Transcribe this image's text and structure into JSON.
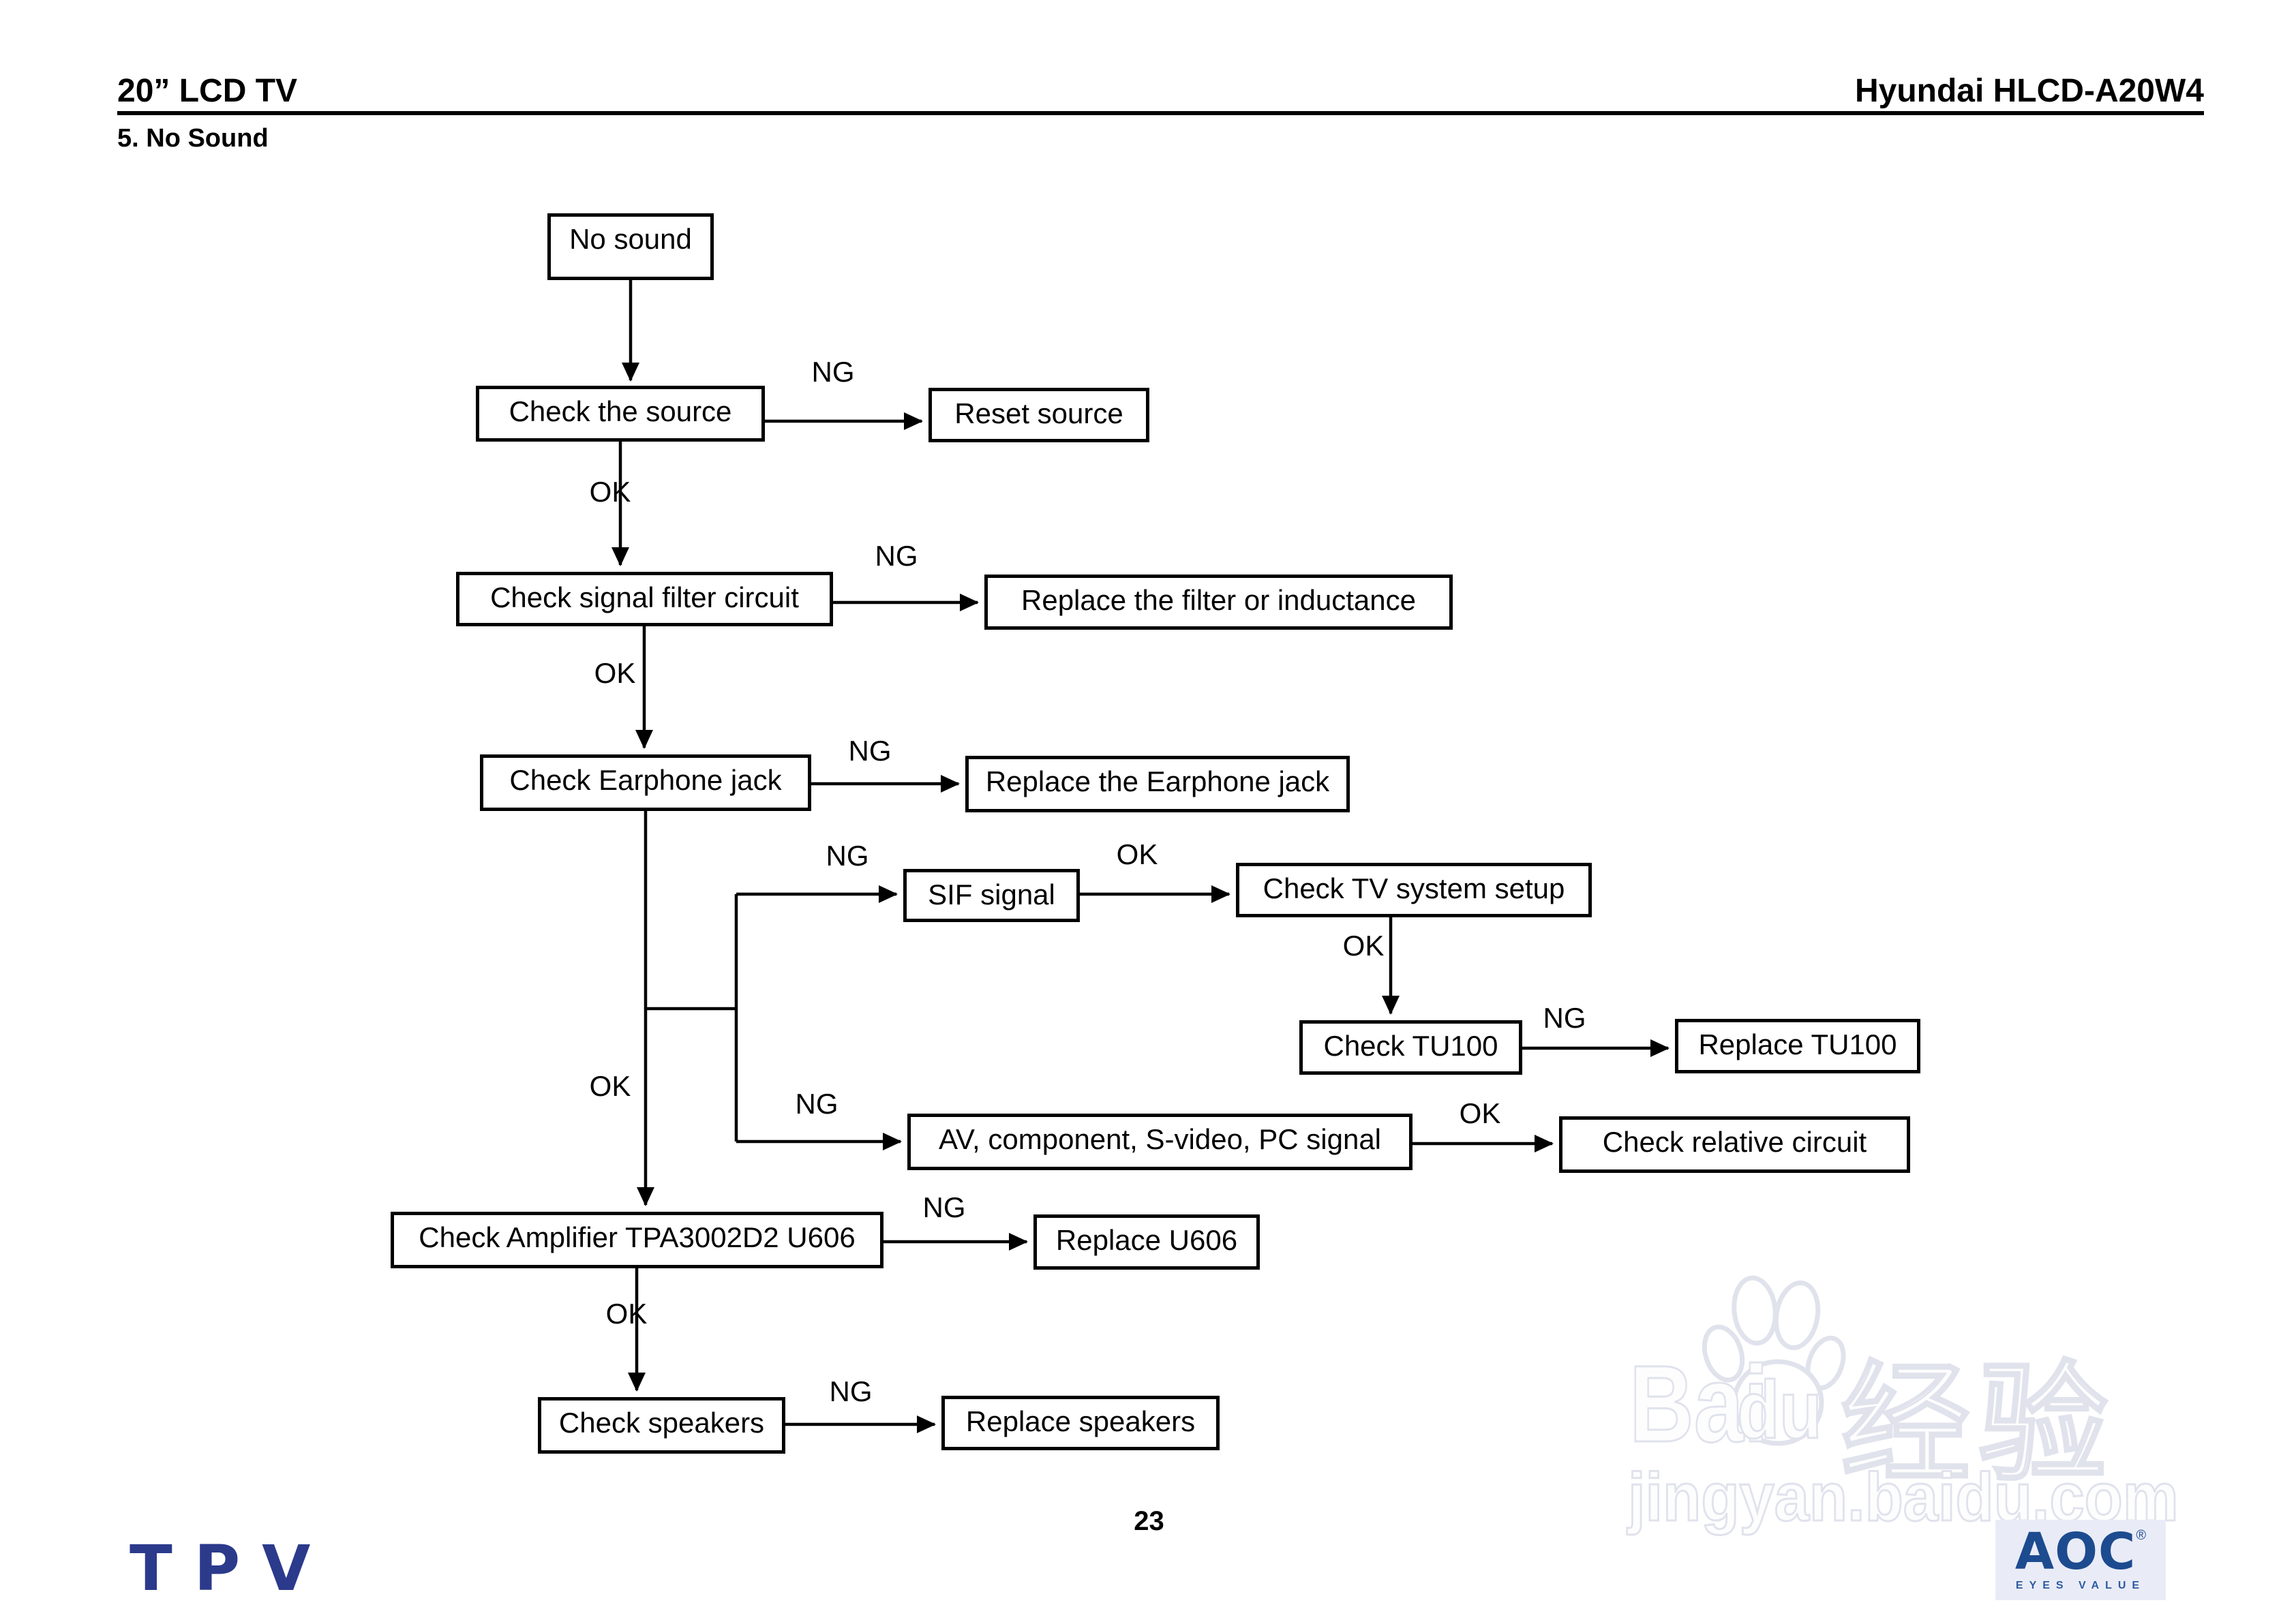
{
  "header": {
    "title_left": "20” LCD TV",
    "title_right": "Hyundai HLCD-A20W4",
    "section": "5. No Sound"
  },
  "flowchart": {
    "nodes": [
      {
        "id": "no-sound",
        "label": "No sound"
      },
      {
        "id": "check-source",
        "label": "Check the source"
      },
      {
        "id": "reset-source",
        "label": "Reset source"
      },
      {
        "id": "check-filter",
        "label": "Check signal filter circuit"
      },
      {
        "id": "replace-filter",
        "label": "Replace the filter or inductance"
      },
      {
        "id": "check-earphone",
        "label": "Check Earphone jack"
      },
      {
        "id": "replace-earphone",
        "label": "Replace the Earphone jack"
      },
      {
        "id": "sif-signal",
        "label": "SIF signal"
      },
      {
        "id": "check-tv-setup",
        "label": "Check TV system setup"
      },
      {
        "id": "check-tu100",
        "label": "Check TU100"
      },
      {
        "id": "replace-tu100",
        "label": "Replace TU100"
      },
      {
        "id": "av-signal",
        "label": "AV, component, S-video, PC signal"
      },
      {
        "id": "check-relative",
        "label": "Check relative circuit"
      },
      {
        "id": "check-amplifier",
        "label": "Check Amplifier TPA3002D2 U606"
      },
      {
        "id": "replace-u606",
        "label": "Replace U606"
      },
      {
        "id": "check-speakers",
        "label": "Check speakers"
      },
      {
        "id": "replace-speakers",
        "label": "Replace speakers"
      }
    ],
    "edges": [
      {
        "from": "no-sound",
        "to": "check-source",
        "label": ""
      },
      {
        "from": "check-source",
        "to": "reset-source",
        "label": "NG"
      },
      {
        "from": "check-source",
        "to": "check-filter",
        "label": "OK"
      },
      {
        "from": "check-filter",
        "to": "replace-filter",
        "label": "NG"
      },
      {
        "from": "check-filter",
        "to": "check-earphone",
        "label": "OK"
      },
      {
        "from": "check-earphone",
        "to": "replace-earphone",
        "label": "NG"
      },
      {
        "from": "check-earphone",
        "to": "check-amplifier",
        "label": "OK"
      },
      {
        "from": "check-earphone",
        "to": "sif-signal",
        "label": "NG"
      },
      {
        "from": "sif-signal",
        "to": "check-tv-setup",
        "label": "OK"
      },
      {
        "from": "check-tv-setup",
        "to": "check-tu100",
        "label": "OK"
      },
      {
        "from": "check-tu100",
        "to": "replace-tu100",
        "label": "NG"
      },
      {
        "from": "check-earphone",
        "to": "av-signal",
        "label": "NG"
      },
      {
        "from": "av-signal",
        "to": "check-relative",
        "label": "OK"
      },
      {
        "from": "check-amplifier",
        "to": "replace-u606",
        "label": "NG"
      },
      {
        "from": "check-amplifier",
        "to": "check-speakers",
        "label": "OK"
      },
      {
        "from": "check-speakers",
        "to": "replace-speakers",
        "label": "NG"
      }
    ]
  },
  "watermark": {
    "part_bai": "Bai",
    "part_du": "du",
    "part_cn": "经验",
    "url": "jingyan.baidu.com"
  },
  "footer": {
    "page_number": "23",
    "tpv_logo": "TPV",
    "aoc_logo": "AOC",
    "aoc_reg": "®",
    "aoc_tagline": "EYES VALUE"
  },
  "colors": {
    "line": "#000000",
    "tpv_blue": "#2c3a8c",
    "aoc_blue": "#1d4b8f",
    "aoc_background": "#e9ecf7",
    "watermark_gray": "#e0e2ec"
  }
}
